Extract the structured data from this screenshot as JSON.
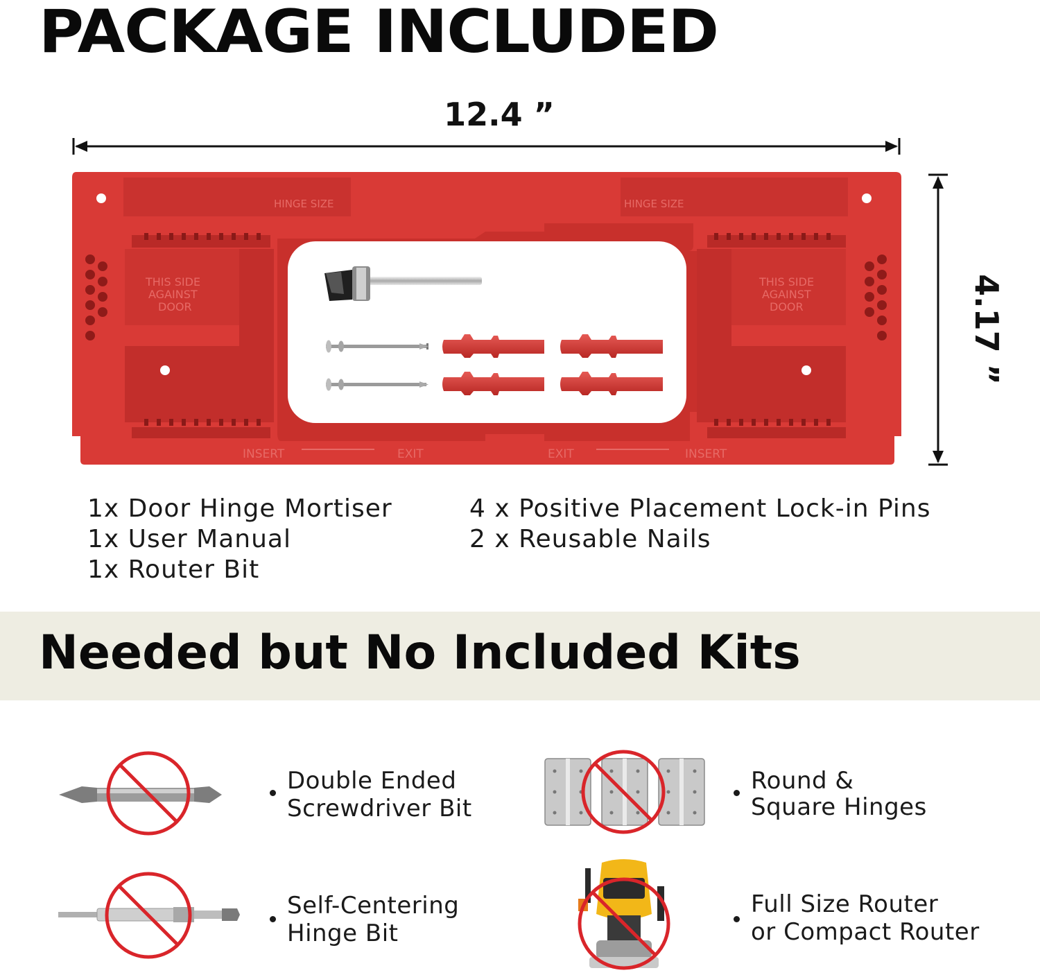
{
  "header": {
    "title": "PACKAGE INCLUDED"
  },
  "dimensions": {
    "width_label": "12.4 ”",
    "height_label": "4.17 ”"
  },
  "jig": {
    "color": "#d93a36",
    "markings": {
      "side_left": "THIS SIDE AGAINST DOOR",
      "side_right": "THIS SIDE AGAINST DOOR",
      "hinge_size_left": "HINGE SIZE",
      "hinge_size_right": "HINGE SIZE",
      "insert_left": "INSERT",
      "exit_left": "EXIT",
      "exit_right": "EXIT",
      "insert_right": "INSERT"
    }
  },
  "included": {
    "left": [
      "1x Door Hinge Mortiser",
      "1x User Manual",
      "1x Router Bit"
    ],
    "right": [
      "4 x Positive Placement Lock-in Pins",
      "2 x Reusable Nails"
    ]
  },
  "needed": {
    "title": "Needed but No Included Kits",
    "items": [
      {
        "line1": "Double Ended",
        "line2": "Screwdriver Bit",
        "icon": "screwdriver-bit-icon"
      },
      {
        "line1": "Round &",
        "line2": "Square Hinges",
        "icon": "hinges-icon"
      },
      {
        "line1": "Self-Centering",
        "line2": "Hinge Bit",
        "icon": "hinge-bit-icon"
      },
      {
        "line1": "Full Size Router",
        "line2": "or Compact Router",
        "icon": "router-icon"
      }
    ],
    "ban_color": "#d9252a"
  }
}
